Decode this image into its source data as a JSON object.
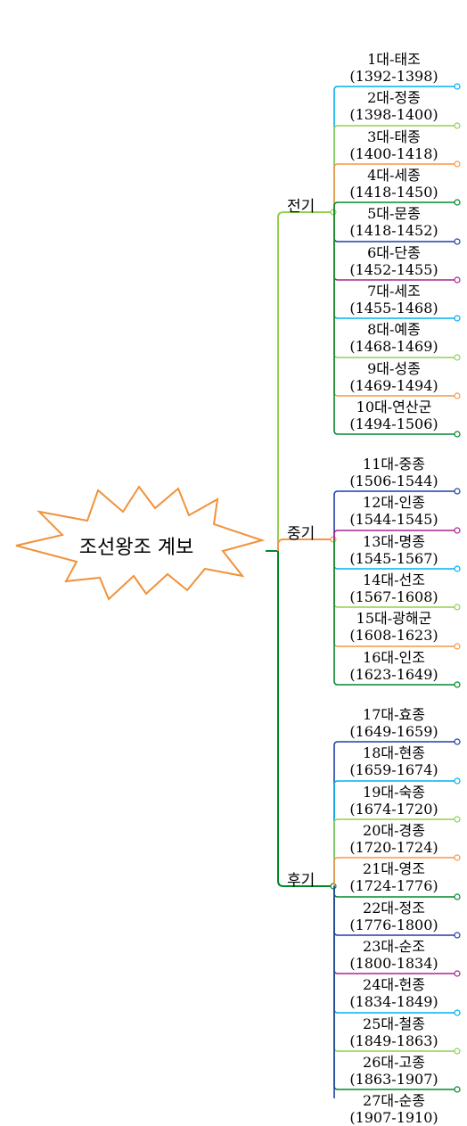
{
  "root": {
    "label": "조선왕조 계보",
    "shape": "starburst",
    "fill_color": "#ffffff",
    "stroke_color": "#f0923a"
  },
  "eras": [
    {
      "label": "전기",
      "color": "#92d050",
      "kings": [
        {
          "name": "1대-태조",
          "years": "(1392-1398)",
          "color": "#00b0f0"
        },
        {
          "name": "2대-정종",
          "years": "(1398-1400)",
          "color": "#92d050"
        },
        {
          "name": "3대-태종",
          "years": "(1400-1418)",
          "color": "#f79646"
        },
        {
          "name": "4대-세종",
          "years": "(1418-1450)",
          "color": "#00882b"
        },
        {
          "name": "5대-문종",
          "years": "(1418-1452)",
          "color": "#1f3fa6"
        },
        {
          "name": "6대-단종",
          "years": "(1452-1455)",
          "color": "#a8238f"
        },
        {
          "name": "7대-세조",
          "years": "(1455-1468)",
          "color": "#00b0f0"
        },
        {
          "name": "8대-예종",
          "years": "(1468-1469)",
          "color": "#92d050"
        },
        {
          "name": "9대-성종",
          "years": "(1469-1494)",
          "color": "#f79646"
        },
        {
          "name": "10대-연산군",
          "years": "(1494-1506)",
          "color": "#00882b"
        }
      ]
    },
    {
      "label": "중기",
      "color": "#f79646",
      "kings": [
        {
          "name": "11대-중종",
          "years": "(1506-1544)",
          "color": "#1f3fa6"
        },
        {
          "name": "12대-인종",
          "years": "(1544-1545)",
          "color": "#a8238f"
        },
        {
          "name": "13대-명종",
          "years": "(1545-1567)",
          "color": "#00b0f0"
        },
        {
          "name": "14대-선조",
          "years": "(1567-1608)",
          "color": "#92d050"
        },
        {
          "name": "15대-광해군",
          "years": "(1608-1623)",
          "color": "#f79646"
        },
        {
          "name": "16대-인조",
          "years": "(1623-1649)",
          "color": "#00882b"
        }
      ]
    },
    {
      "label": "후기",
      "color": "#00882b",
      "kings": [
        {
          "name": "17대-효종",
          "years": "(1649-1659)",
          "color": "#1f3fa6"
        },
        {
          "name": "18대-현종",
          "years": "(1659-1674)",
          "color": "#00b0f0"
        },
        {
          "name": "19대-숙종",
          "years": "(1674-1720)",
          "color": "#92d050"
        },
        {
          "name": "20대-경종",
          "years": "(1720-1724)",
          "color": "#f79646"
        },
        {
          "name": "21대-영조",
          "years": "(1724-1776)",
          "color": "#00882b"
        },
        {
          "name": "22대-정조",
          "years": "(1776-1800)",
          "color": "#1f3fa6"
        },
        {
          "name": "23대-순조",
          "years": "(1800-1834)",
          "color": "#a8238f"
        },
        {
          "name": "24대-헌종",
          "years": "(1834-1849)",
          "color": "#00b0f0"
        },
        {
          "name": "25대-철종",
          "years": "(1849-1863)",
          "color": "#92d050"
        },
        {
          "name": "26대-고종",
          "years": "(1863-1907)",
          "color": "#00882b"
        },
        {
          "name": "27대-순종",
          "years": "(1907-1910)",
          "color": "#1f3fa6"
        }
      ]
    }
  ]
}
